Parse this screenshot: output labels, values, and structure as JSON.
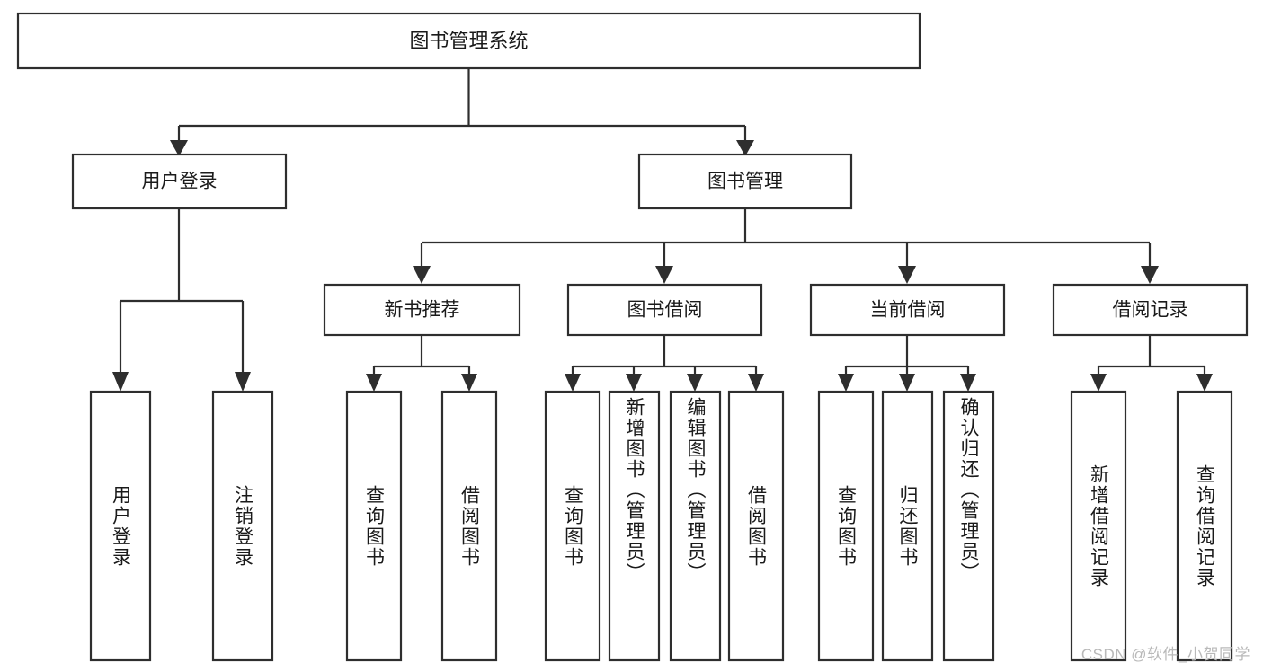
{
  "diagram": {
    "type": "tree-hierarchy",
    "title": "图书管理系统",
    "watermark": "CSDN @软件_小贺同学",
    "colors": {
      "stroke": "#2e2e2e",
      "box_fill": "#ffffff",
      "text": "#1a1a1a",
      "background": "#ffffff",
      "watermark": "#b9b9b9"
    },
    "levels": {
      "root": {
        "label": "图书管理系统"
      },
      "level2": [
        {
          "id": "user-login",
          "label": "用户登录"
        },
        {
          "id": "book-manage",
          "label": "图书管理"
        }
      ],
      "level3": [
        {
          "id": "new-book-recommend",
          "label": "新书推荐",
          "parent": "book-manage"
        },
        {
          "id": "book-borrow",
          "label": "图书借阅",
          "parent": "book-manage"
        },
        {
          "id": "current-borrow",
          "label": "当前借阅",
          "parent": "book-manage"
        },
        {
          "id": "borrow-record",
          "label": "借阅记录",
          "parent": "book-manage"
        }
      ],
      "leaves": [
        {
          "id": "leaf-user-login",
          "label": "用户登录",
          "parent": "user-login"
        },
        {
          "id": "leaf-user-logout",
          "label": "注销登录",
          "parent": "user-login"
        },
        {
          "id": "leaf-query-book-1",
          "label": "查询图书",
          "parent": "new-book-recommend"
        },
        {
          "id": "leaf-borrow-book-1",
          "label": "借阅图书",
          "parent": "new-book-recommend"
        },
        {
          "id": "leaf-query-book-2",
          "label": "查询图书",
          "parent": "book-borrow"
        },
        {
          "id": "leaf-add-book",
          "label": "新增图书（管理员）",
          "parent": "book-borrow"
        },
        {
          "id": "leaf-edit-book",
          "label": "编辑图书（管理员）",
          "parent": "book-borrow"
        },
        {
          "id": "leaf-borrow-book-2",
          "label": "借阅图书",
          "parent": "book-borrow"
        },
        {
          "id": "leaf-query-book-3",
          "label": "查询图书",
          "parent": "current-borrow"
        },
        {
          "id": "leaf-return-book",
          "label": "归还图书",
          "parent": "current-borrow"
        },
        {
          "id": "leaf-confirm-return",
          "label": "确认归还（管理员）",
          "parent": "current-borrow"
        },
        {
          "id": "leaf-add-record",
          "label": "新增借阅记录",
          "parent": "borrow-record"
        },
        {
          "id": "leaf-query-record",
          "label": "查询借阅记录",
          "parent": "borrow-record"
        }
      ]
    }
  }
}
